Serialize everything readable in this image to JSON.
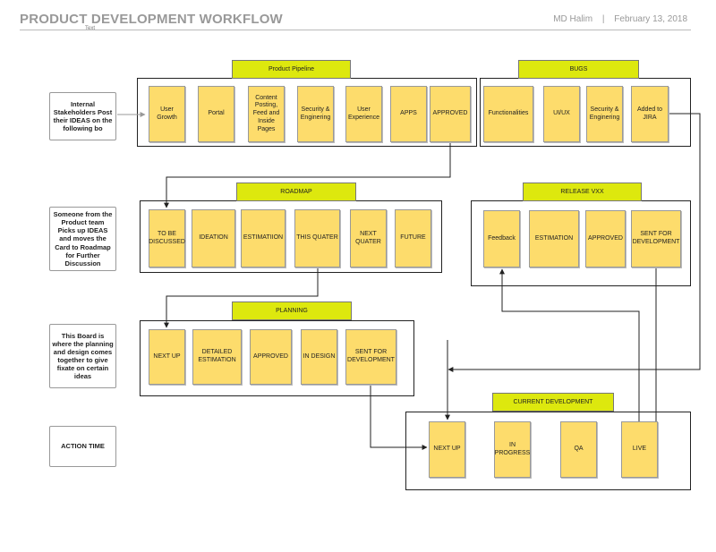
{
  "header": {
    "title": "PRODUCT DEVELOPMENT WORKFLOW",
    "subtext": "Text",
    "author": "MD Halim",
    "separator": "|",
    "date": "February 13, 2018"
  },
  "notes": {
    "internal": "Internal Stakeholders Post their IDEAS on the following bo",
    "product_team": "Someone from the Product team Picks up IDEAS and moves the Card to Roadmap for Further Discussion",
    "board": "This Board is where  the planning and design comes together to give fixate on certain ideas",
    "action": "ACTION TIME"
  },
  "pipeline": {
    "title": "Product Pipeline",
    "cards": [
      "User Growth",
      "Portal",
      "Content Posting, Feed and Inside Pages",
      "Security & Enginering",
      "User Experience",
      "APPS",
      "APPROVED"
    ]
  },
  "bugs": {
    "title": "BUGS",
    "cards": [
      "Functionalities",
      "UI/UX",
      "Security & Enginering",
      "Added to JIRA"
    ]
  },
  "roadmap": {
    "title": "ROADMAP",
    "cards": [
      "TO BE DISCUSSED",
      "IDEATION",
      "ESTIMATIION",
      "THIS QUATER",
      "NEXT QUATER",
      "FUTURE"
    ]
  },
  "release": {
    "title": "RELEASE VXX",
    "cards": [
      "Feedback",
      "ESTIMATION",
      "APPROVED",
      "SENT FOR DEVELOPMENT"
    ]
  },
  "planning": {
    "title": "PLANNING",
    "cards": [
      "NEXT UP",
      "DETAILED ESTIMATION",
      "APPROVED",
      "IN DESIGN",
      "SENT FOR DEVELOPMENT"
    ]
  },
  "current": {
    "title": "CURRENT DEVELOPMENT",
    "cards": [
      "NEXT UP",
      "IN PROGRESS",
      "QA",
      "LIVE"
    ]
  },
  "colors": {
    "header_fill": "#dde80e",
    "card_fill": "#fddc6c",
    "title_gray": "#999999"
  }
}
